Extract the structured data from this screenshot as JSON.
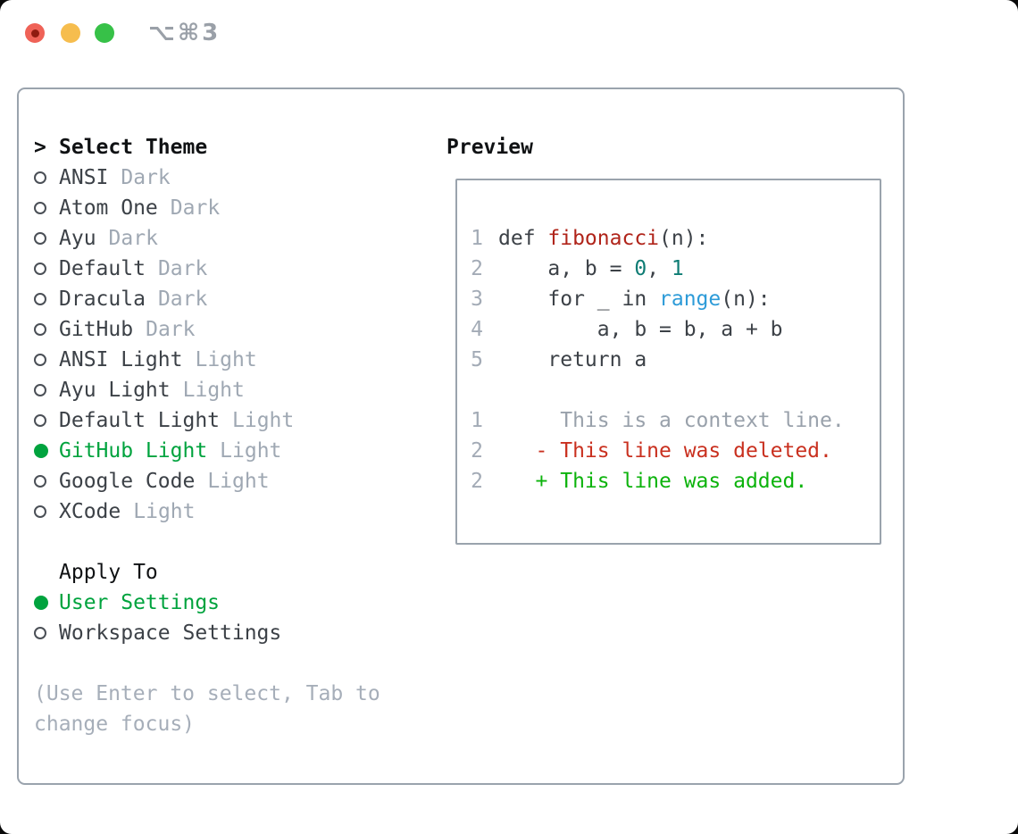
{
  "window": {
    "title": "⌥⌘3",
    "traffic_lights": [
      "close",
      "minimize",
      "zoom"
    ]
  },
  "theme_list": {
    "prompt": ">",
    "header": "Select Theme",
    "items": [
      {
        "name": "ANSI",
        "variant": "Dark",
        "selected": false
      },
      {
        "name": "Atom One",
        "variant": "Dark",
        "selected": false
      },
      {
        "name": "Ayu",
        "variant": "Dark",
        "selected": false
      },
      {
        "name": "Default",
        "variant": "Dark",
        "selected": false
      },
      {
        "name": "Dracula",
        "variant": "Dark",
        "selected": false
      },
      {
        "name": "GitHub",
        "variant": "Dark",
        "selected": false
      },
      {
        "name": "ANSI Light",
        "variant": "Light",
        "selected": false
      },
      {
        "name": "Ayu Light",
        "variant": "Light",
        "selected": false
      },
      {
        "name": "Default Light",
        "variant": "Light",
        "selected": false
      },
      {
        "name": "GitHub Light",
        "variant": "Light",
        "selected": true
      },
      {
        "name": "Google Code",
        "variant": "Light",
        "selected": false
      },
      {
        "name": "XCode",
        "variant": "Light",
        "selected": false
      }
    ]
  },
  "apply_to": {
    "header": "Apply To",
    "options": [
      {
        "label": "User Settings",
        "selected": true
      },
      {
        "label": "Workspace Settings",
        "selected": false
      }
    ]
  },
  "help": {
    "line1": "(Use Enter to select, Tab to",
    "line2": "change focus)"
  },
  "preview": {
    "header": "Preview",
    "code_lines": [
      {
        "no": "1",
        "segments": [
          {
            "text": "def ",
            "style": "plain"
          },
          {
            "text": "fibonacci",
            "style": "function"
          },
          {
            "text": "(n):",
            "style": "plain"
          }
        ]
      },
      {
        "no": "2",
        "segments": [
          {
            "text": "    a, b = ",
            "style": "plain"
          },
          {
            "text": "0",
            "style": "number"
          },
          {
            "text": ", ",
            "style": "plain"
          },
          {
            "text": "1",
            "style": "number"
          }
        ]
      },
      {
        "no": "3",
        "segments": [
          {
            "text": "    for _ in ",
            "style": "plain"
          },
          {
            "text": "range",
            "style": "builtin"
          },
          {
            "text": "(n):",
            "style": "plain"
          }
        ]
      },
      {
        "no": "4",
        "segments": [
          {
            "text": "        a, b = b, a + b",
            "style": "plain"
          }
        ]
      },
      {
        "no": "5",
        "segments": [
          {
            "text": "    return a",
            "style": "plain"
          }
        ]
      }
    ],
    "diff_lines": [
      {
        "no": "1",
        "text": "     This is a context line.",
        "style": "context"
      },
      {
        "no": "2",
        "text": "   - This line was deleted.",
        "style": "deleted"
      },
      {
        "no": "2",
        "text": "   + This line was added.",
        "style": "added"
      }
    ]
  },
  "colors": {
    "selection_green": "#00a33e",
    "added_green": "#0cb30c",
    "deleted_red": "#c9301f",
    "function_red": "#b0241a",
    "builtin_blue": "#2d9bd8",
    "number_teal": "#0e7c74",
    "text_dark": "#3c4147",
    "muted_gray": "#9fa8b3",
    "border_gray": "#9aa3ad",
    "traffic_red": "#ef6257",
    "traffic_yellow": "#f6bd4e",
    "traffic_green": "#37c148"
  }
}
